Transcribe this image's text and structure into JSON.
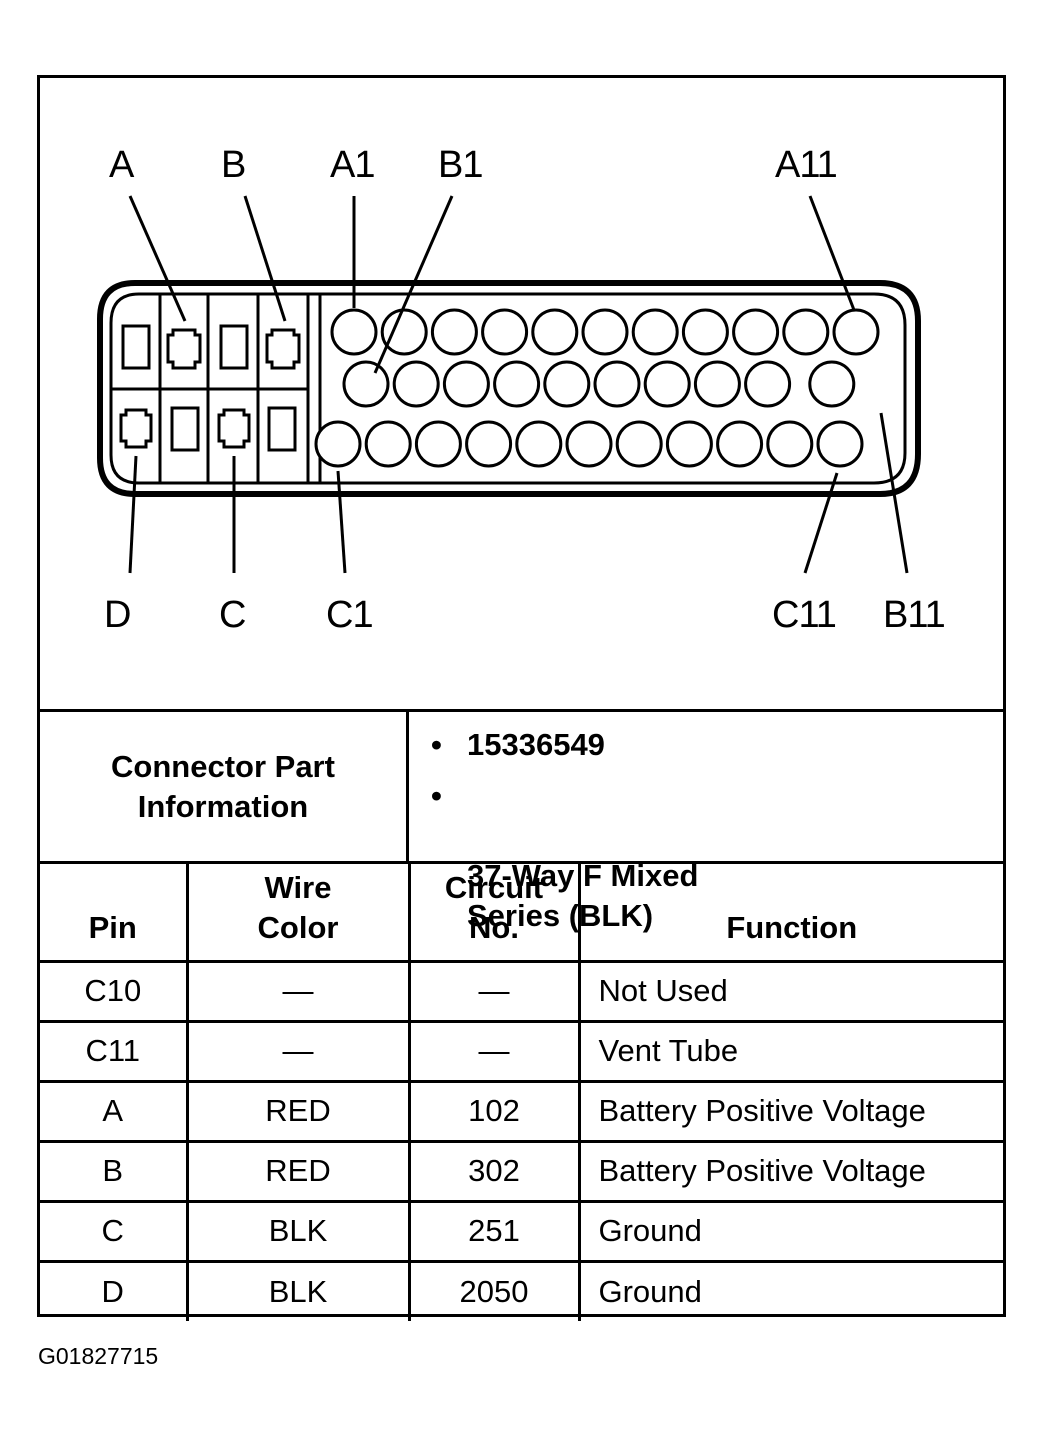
{
  "diagram": {
    "pin_labels": {
      "A": "A",
      "B": "B",
      "A1": "A1",
      "B1": "B1",
      "A11": "A11",
      "D": "D",
      "C": "C",
      "C1": "C1",
      "C11": "C11",
      "B11": "B11"
    },
    "row_a_cavities": 11,
    "row_b_cavities": 10,
    "row_c_cavities": 11
  },
  "connector_info": {
    "label": "Connector Part\nInformation",
    "items": [
      "15336549",
      "37-Way F Mixed\nSeries (BLK)"
    ]
  },
  "table": {
    "headers": {
      "pin": "Pin",
      "wire_color": "Wire\nColor",
      "circuit": "Circuit\nNo.",
      "function": "Function"
    },
    "rows": [
      {
        "pin": "C10",
        "wire_color": "—",
        "circuit": "—",
        "function": "Not Used"
      },
      {
        "pin": "C11",
        "wire_color": "—",
        "circuit": "—",
        "function": "Vent Tube"
      },
      {
        "pin": "A",
        "wire_color": "RED",
        "circuit": "102",
        "function": "Battery Positive Voltage"
      },
      {
        "pin": "B",
        "wire_color": "RED",
        "circuit": "302",
        "function": "Battery Positive Voltage"
      },
      {
        "pin": "C",
        "wire_color": "BLK",
        "circuit": "251",
        "function": "Ground"
      },
      {
        "pin": "D",
        "wire_color": "BLK",
        "circuit": "2050",
        "function": "Ground"
      }
    ]
  },
  "figure_id": "G01827715"
}
